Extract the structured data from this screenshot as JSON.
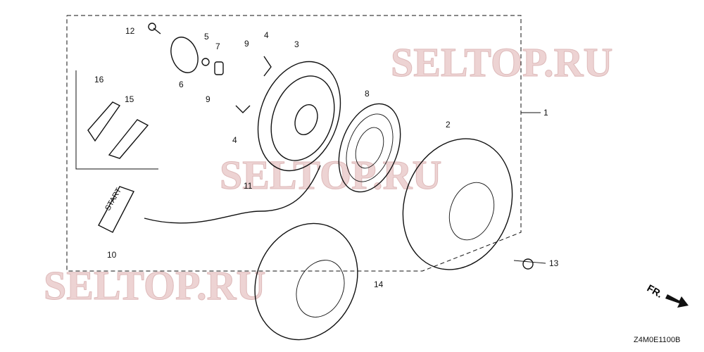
{
  "diagram": {
    "callouts": [
      "12",
      "5",
      "7",
      "6",
      "9",
      "4",
      "3",
      "16",
      "15",
      "9",
      "4",
      "8",
      "2",
      "1",
      "11",
      "10",
      "13",
      "14"
    ],
    "watermark": "SELTOP.RU",
    "direction_label": "FR.",
    "drawing_code": "Z4M0E1100B",
    "handle_text": "START"
  }
}
